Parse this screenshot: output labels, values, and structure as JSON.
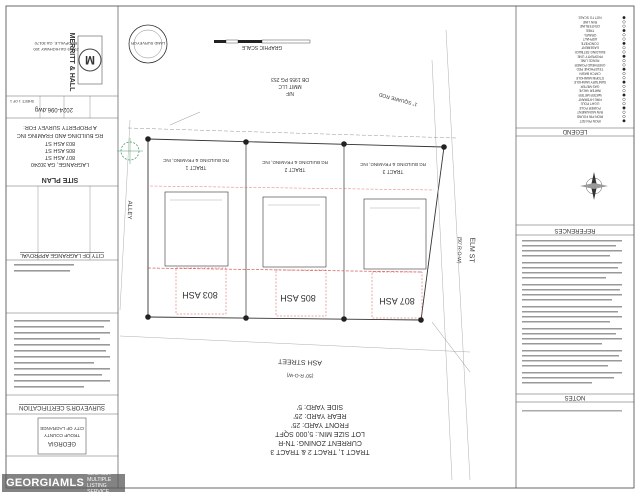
{
  "title_block": {
    "sheet_title": "SITE PLAN",
    "survey_for": "A PROPERTY SURVEY FOR:",
    "client": "RG BUILDING AND FRAMING INC",
    "addresses": [
      "803 ASH ST",
      "805 ASH ST",
      "807 ASH ST"
    ],
    "city_line": "LAGRANGE, GA 30240",
    "job_no": "2024-096.dwg",
    "sheet": "SHEET: 1 OF 1"
  },
  "firm": {
    "name": "MERRITT & HALL",
    "address_line": "27819 GA HIGHWAY 100",
    "city_line": "ROOPVILLE, GA 30170"
  },
  "city_approval": "CITY OF LAGRANGE APPROVAL",
  "surveyors_certification": "SURVEYOR'S CERTIFICATION",
  "location_box": [
    "GEORGIA",
    "TROUP COUNTY",
    "CITY OF LAGRANGE"
  ],
  "zoning_block": [
    "TRACT 1, TRACT 2 & TRACT 3",
    "CURRENT ZONING: TN-R",
    "LOT SIZE MIN.: 5,000 SQFT",
    "FRONT YARD: 25'",
    "REAR YARD: 25'",
    "SIDE YARD: 5'"
  ],
  "street_labels": {
    "ash": "ASH STREET",
    "elm": "ELM ST",
    "alley": "ALLEY",
    "ash_row": "(50' R-O-W)",
    "elm_row": "(50' R-O-W)"
  },
  "lot_labels": [
    "803 ASH",
    "805 ASH",
    "807 ASH"
  ],
  "tract_labels": [
    "TRACT 1",
    "TRACT 2",
    "TRACT 3"
  ],
  "owner_label": "RG BUILDING & FRAMING, INC",
  "adjacent_owner": [
    "N/F",
    "MMIT LLC",
    "DB 1955 PG 253"
  ],
  "section_headings": {
    "legend": "LEGEND",
    "notes": "NOTES",
    "references": "REFERENCES",
    "graphic_scale": "GRAPHIC SCALE",
    "square_rod": "1\" SQUARE ROD"
  },
  "legend_items": [
    "IRON PIN SET",
    "IRON PIN FOUND",
    "R/W MONUMENT",
    "POWER POLE",
    "LIGHT POLE",
    "FIRE HYDRANT",
    "WATER METER",
    "WATER VALVE",
    "GAS METER",
    "SANITARY MANHOLE",
    "STORM MANHOLE",
    "CATCH BASIN",
    "TELEPHONE PED",
    "OVERHEAD POWER",
    "FENCE LINE",
    "PROPERTY LINE",
    "BUILDING SETBACK",
    "EASEMENT",
    "CONCRETE",
    "ASPHALT",
    "GRAVEL",
    "TREE",
    "CENTERLINE",
    "R/W LINE",
    "NOT TO SCALE"
  ],
  "colors": {
    "line": "#333333",
    "red_line": "#d9534f",
    "green_stamp": "#4c9a6a"
  },
  "watermark": {
    "main": "GEORGIAMLS",
    "sub": "GEORGIA MULTIPLE LISTING SERVICE"
  }
}
